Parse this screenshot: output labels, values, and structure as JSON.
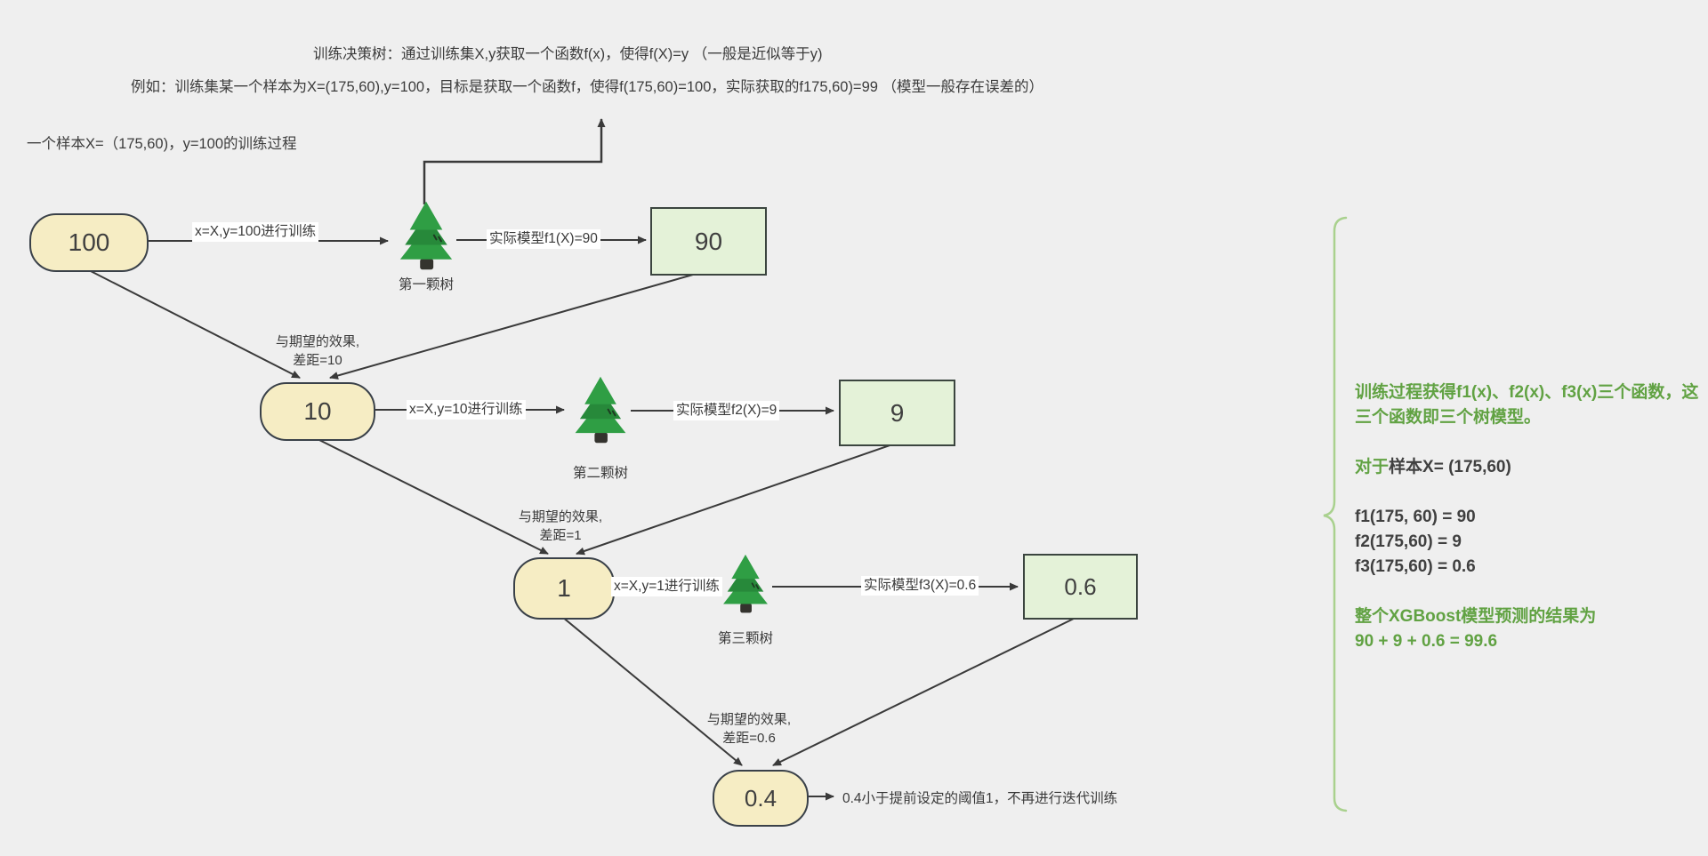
{
  "colors": {
    "background": "#efefef",
    "node_fill": "#f6edc4",
    "node_border": "#3a4149",
    "output_fill": "#e4f2d8",
    "output_border": "#3b453f",
    "arrow": "#3a3a3a",
    "green_text": "#61a243",
    "brace": "#a9d18e",
    "tree_green": "#2f9e44",
    "tree_green_dark": "#27893a"
  },
  "header": {
    "line1": "训练决策树：通过训练集X,y获取一个函数f(x)，使得f(X)=y （一般是近似等于y)",
    "line2": "例如：训练集某一个样本为X=(175,60),y=100，目标是获取一个函数f，使得f(175,60)=100，实际获取的f175,60)=99 （模型一般存在误差的）"
  },
  "intro_label": "一个样本X=（175,60)，y=100的训练过程",
  "flow": {
    "residuals": [
      {
        "value": "100"
      },
      {
        "value": "10"
      },
      {
        "value": "1"
      },
      {
        "value": "0.4"
      }
    ],
    "outputs": [
      {
        "value": "90"
      },
      {
        "value": "9"
      },
      {
        "value": "0.6"
      }
    ],
    "trees": [
      {
        "label": "第一颗树"
      },
      {
        "label": "第二颗树"
      },
      {
        "label": "第三颗树"
      }
    ],
    "train_edges": [
      {
        "label": "x=X,y=100进行训练"
      },
      {
        "label": "x=X,y=10进行训练"
      },
      {
        "label": "x=X,y=1进行训练"
      }
    ],
    "model_edges": [
      {
        "label": "实际模型f1(X)=90"
      },
      {
        "label": "实际模型f2(X)=9"
      },
      {
        "label": "实际模型f3(X)=0.6"
      }
    ],
    "gap_labels": [
      {
        "line1": "与期望的效果,",
        "line2": "差距=10"
      },
      {
        "line1": "与期望的效果,",
        "line2": "差距=1"
      },
      {
        "line1": "与期望的效果,",
        "line2": "差距=0.6"
      }
    ],
    "stop_label": "0.4小于提前设定的阈值1，不再进行迭代训练"
  },
  "annotation": {
    "para1": "训练过程获得f1(x)、f2(x)、f3(x)三个函数，这三个函数即三个树模型。",
    "para2_green": "对于",
    "para2_dark": "样本X= (175,60)",
    "results": [
      {
        "text": "f1(175, 60) = 90"
      },
      {
        "text": "f2(175,60) = 9"
      },
      {
        "text": "f3(175,60) = 0.6"
      }
    ],
    "para4_line1": "整个XGBoost模型预测的结果为",
    "para4_line2": "90 + 9 + 0.6 = 99.6"
  }
}
